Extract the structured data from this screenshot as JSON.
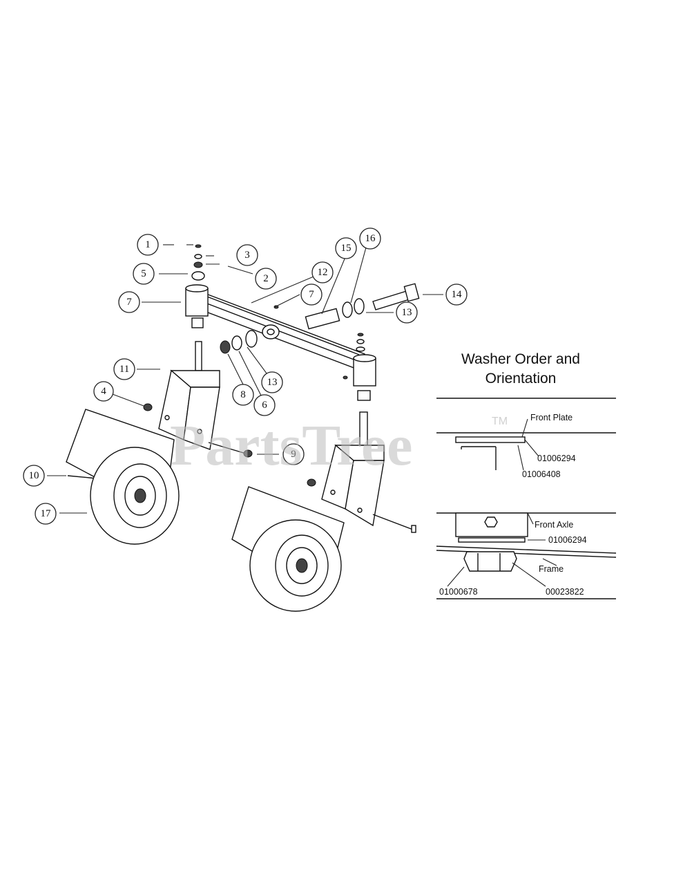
{
  "callouts": [
    "1",
    "2",
    "3",
    "5",
    "7",
    "7",
    "12",
    "15",
    "16",
    "14",
    "13",
    "13",
    "8",
    "6",
    "11",
    "4",
    "9",
    "10",
    "17"
  ],
  "inset": {
    "title_line1": "Washer Order and",
    "title_line2": "Orientation",
    "front_plate": "Front Plate",
    "part_a": "01006294",
    "part_b": "01006408",
    "front_axle": "Front Axle",
    "part_c": "01006294",
    "frame": "Frame",
    "part_d": "01000678",
    "part_e": "00023822"
  },
  "watermark": {
    "text": "PartsTree",
    "tm": "TM"
  }
}
